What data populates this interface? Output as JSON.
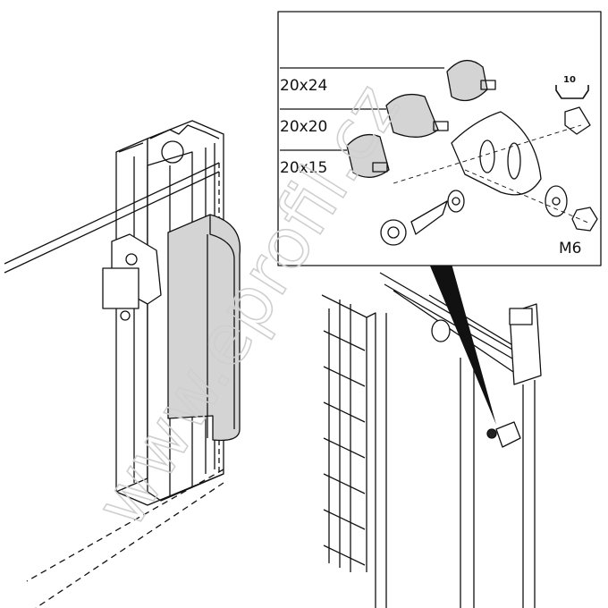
{
  "inset": {
    "labels": [
      "20x24",
      "20x20",
      "20x15"
    ],
    "nut_label": "M6",
    "slot_size": "10"
  },
  "watermark": "www.eprofil.cz",
  "colors": {
    "rubber": "#d4d4d4",
    "line": "#111111",
    "watermark": "#cfcfcf"
  }
}
